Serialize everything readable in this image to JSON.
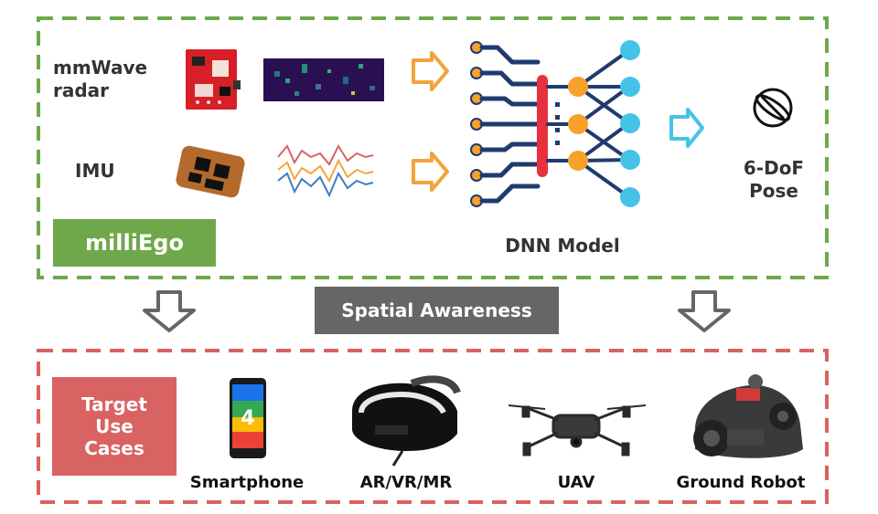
{
  "colors": {
    "green": "#6fa84a",
    "red": "#d96262",
    "gray_box": "#666666",
    "orange": "#f4a23a",
    "blue": "#45c3e6",
    "net_navy": "#1f3b6e",
    "net_red": "#e8303c",
    "net_orange": "#f7a12a"
  },
  "inputs": {
    "mmwave_label": "mmWave\nradar",
    "imu_label": "IMU"
  },
  "system": {
    "name_badge": "milliEgo",
    "model_label": "DNN Model",
    "output_label": "6-DoF\nPose"
  },
  "middle": {
    "spatial_awareness": "Spatial Awareness"
  },
  "use_cases": {
    "badge": "Target\nUse\nCases",
    "items": [
      {
        "label": "Smartphone",
        "icon": "smartphone-icon"
      },
      {
        "label": "AR/VR/MR",
        "icon": "vr-headset-icon"
      },
      {
        "label": "UAV",
        "icon": "drone-icon"
      },
      {
        "label": "Ground Robot",
        "icon": "ground-robot-icon"
      }
    ]
  },
  "icons": {
    "radar_board": "radar-board-icon",
    "radar_heatmap": "radar-heatmap-icon",
    "imu_chip": "imu-chip-icon",
    "imu_signal": "imu-signal-icon",
    "pose": "pose-icon",
    "arrows": "arrow-right-icon",
    "down_arrows": "arrow-down-icon"
  }
}
